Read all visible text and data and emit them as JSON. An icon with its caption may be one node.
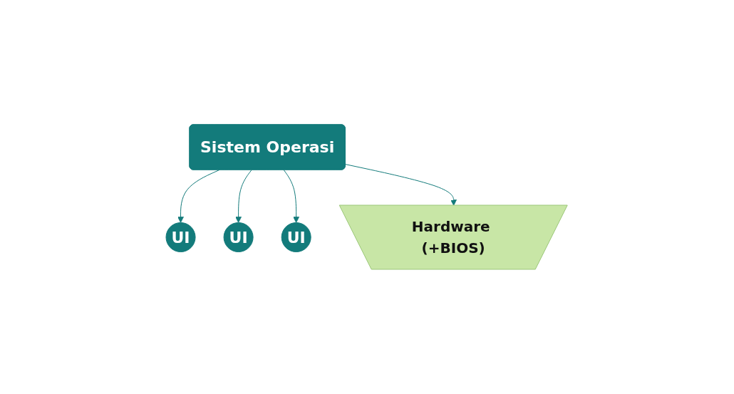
{
  "diagram": {
    "nodes": [
      {
        "text": [
          "UI"
        ]
      },
      {
        "text": [
          "UI"
        ]
      },
      {
        "text": [
          "UI"
        ]
      },
      {
        "text": [
          "Sistem Operasi"
        ]
      },
      {
        "text": [
          "Hardware (+BIOS)"
        ]
      }
    ],
    "edges": [
      {
        "from": 3,
        "to": 0,
        "arrow": "to"
      },
      {
        "from": 3,
        "to": 1,
        "arrow": "to"
      },
      {
        "from": 3,
        "to": 2,
        "arrow": "to"
      },
      {
        "from": 3,
        "to": 4,
        "arrow": "to"
      }
    ]
  }
}
